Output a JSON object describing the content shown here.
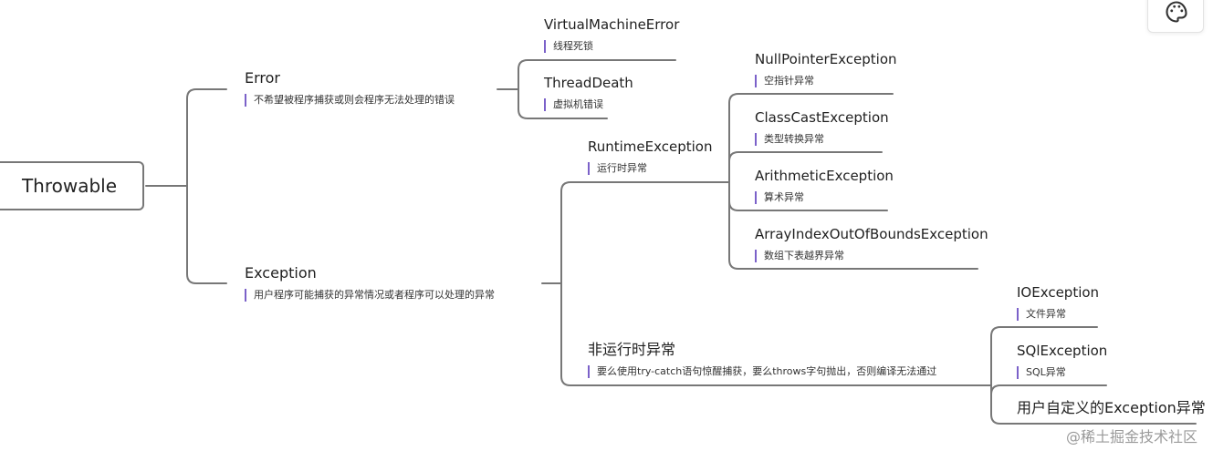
{
  "mindmap": {
    "root": "Throwable",
    "error": {
      "title": "Error",
      "note": "不希望被程序捕获或则会程序无法处理的错误",
      "children": [
        {
          "title": "VirtualMachineError",
          "note": "线程死锁"
        },
        {
          "title": "ThreadDeath",
          "note": "虚拟机错误"
        }
      ]
    },
    "exception": {
      "title": "Exception",
      "note": "用户程序可能捕获的异常情况或者程序可以处理的异常",
      "runtime": {
        "title": "RuntimeException",
        "note": "运行时异常",
        "children": [
          {
            "title": "NullPointerException",
            "note": "空指针异常"
          },
          {
            "title": "ClassCastException",
            "note": "类型转换异常"
          },
          {
            "title": "ArithmeticException",
            "note": "算术异常"
          },
          {
            "title": "ArrayIndexOutOfBoundsException",
            "note": "数组下表越界异常"
          }
        ]
      },
      "checked": {
        "title": "非运行时异常",
        "note": "要么使用try-catch语句惊醒捕获，要么throws字句抛出，否则编译无法通过",
        "children": [
          {
            "title": "IOException",
            "note": "文件异常"
          },
          {
            "title": "SQlException",
            "note": "SQL异常"
          },
          {
            "title": "用户自定义的Exception异常"
          }
        ]
      }
    }
  },
  "watermark": "@稀土掘金技术社区",
  "icons": {
    "toolbar": "palette-icon"
  },
  "colors": {
    "line": "#777777",
    "note_bar": "#7b61c9"
  }
}
